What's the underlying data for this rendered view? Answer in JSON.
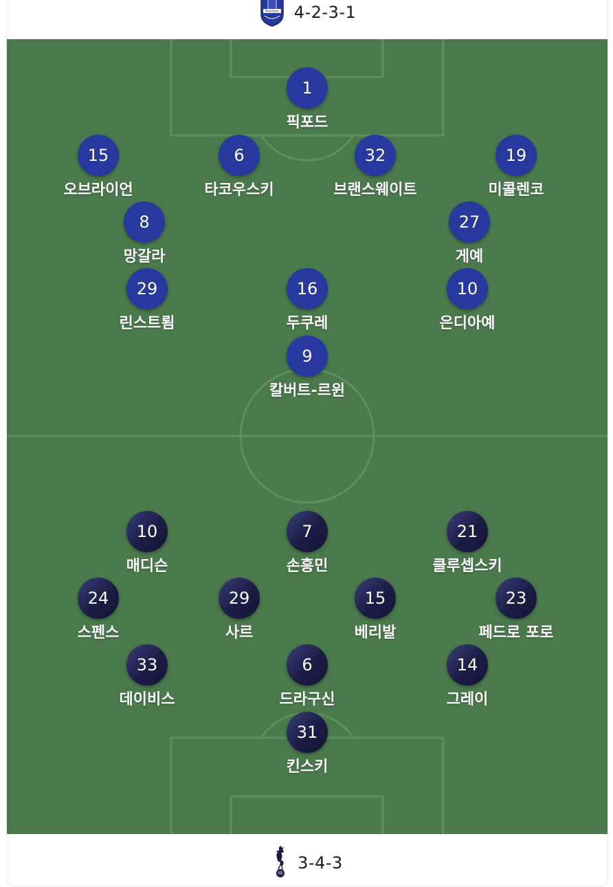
{
  "home": {
    "crest_icon": "everton-crest-icon",
    "crest_text": "Everton",
    "formation": "4-2-3-1",
    "color": "#27399e",
    "players": [
      {
        "number": "1",
        "name": "픽포드"
      },
      {
        "number": "15",
        "name": "오브라이언"
      },
      {
        "number": "6",
        "name": "타코우스키"
      },
      {
        "number": "32",
        "name": "브랜스웨이트"
      },
      {
        "number": "19",
        "name": "미콜렌코"
      },
      {
        "number": "8",
        "name": "망갈라"
      },
      {
        "number": "27",
        "name": "게예"
      },
      {
        "number": "29",
        "name": "린스트룀"
      },
      {
        "number": "16",
        "name": "두쿠레"
      },
      {
        "number": "10",
        "name": "은디아예"
      },
      {
        "number": "9",
        "name": "칼버트-르윈"
      }
    ]
  },
  "away": {
    "crest_icon": "tottenham-cockerel-icon",
    "formation": "3-4-3",
    "color": "#1b1c45",
    "players": [
      {
        "number": "10",
        "name": "매디슨"
      },
      {
        "number": "7",
        "name": "손흥민"
      },
      {
        "number": "21",
        "name": "클루셉스키"
      },
      {
        "number": "24",
        "name": "스펜스"
      },
      {
        "number": "29",
        "name": "사르"
      },
      {
        "number": "15",
        "name": "베리발"
      },
      {
        "number": "23",
        "name": "페드로 포로"
      },
      {
        "number": "33",
        "name": "데이비스"
      },
      {
        "number": "6",
        "name": "드라구신"
      },
      {
        "number": "14",
        "name": "그레이"
      },
      {
        "number": "31",
        "name": "킨스키"
      }
    ]
  },
  "pitch": {
    "grass_color": "#4a7a4c",
    "line_color": "#5e8f60"
  }
}
